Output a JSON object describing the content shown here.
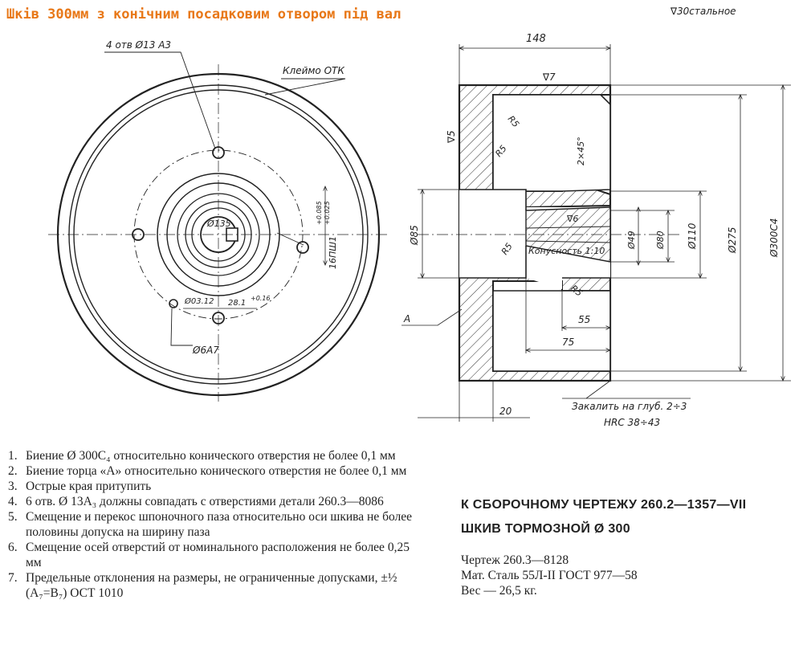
{
  "title": "Шків 300мм з конічним посадковим отвором під вал",
  "drawing": {
    "roughness_general": "∇30стальное",
    "holes_callout": "4 отв Ø13 А3",
    "stamp_label": "Клеймо ОТК",
    "bore_label": "Ø135",
    "keyway_label": "16ПШ1",
    "keyway_tol_upper": "+0.085",
    "keyway_tol_lower": "+0.025",
    "keyway_depth": "28.1",
    "keyway_depth_tol": "+0.16",
    "pcd_label": "Ø03.12",
    "small_hole_label": "Ø6А7",
    "dim_width": "148",
    "roughness_7": "∇7",
    "roughness_5": "∇5",
    "roughness_6": "∇6",
    "radius_label": "R5",
    "chamfer": "2×45°",
    "hub_dia": "Ø85",
    "bore_small": "Ø49",
    "bore_80": "Ø80",
    "dia_110": "Ø110",
    "dia_275": "Ø275",
    "dia_300": "Ø300С4",
    "taper_label": "Конусность 1:10",
    "dim_55": "55",
    "dim_75": "75",
    "dim_20": "20",
    "face_label": "А",
    "hardening_1": "Закалить на глуб. 2÷3",
    "hardening_2": "HRC 38÷43"
  },
  "notes": [
    {
      "n": "1.",
      "text": "Биение Ø 300С₄ относительно конического отверстия не более 0,1 мм"
    },
    {
      "n": "2.",
      "text": "Биение торца «А» относительно конического отверстия не более 0,1 мм"
    },
    {
      "n": "3.",
      "text": "Острые края притупить"
    },
    {
      "n": "4.",
      "text": "6 отв. Ø 13А₃ должны совпадать с отверстиями детали 260.3—8086"
    },
    {
      "n": "5.",
      "text": "Смещение и перекос шпоночного паза относительно оси шкива не более половины допуска на ширину паза"
    },
    {
      "n": "6.",
      "text": "Смещение осей отверстий от номинального расположения не более 0,25 мм"
    },
    {
      "n": "7.",
      "text": "Предельные отклонения на размеры, не ограниченные допусками, ±½ (А₇=В₇) ОСТ 1010"
    }
  ],
  "title_block": {
    "heading1": "К СБОРОЧНОМУ ЧЕРТЕЖУ 260.2—1357—VII",
    "heading2": "ШКИВ ТОРМОЗНОЙ Ø 300",
    "line1": "Чертеж 260.3—8128",
    "line2": "Мат. Сталь 55Л-II ГОСТ 977—58",
    "line3": "Вес — 26,5 кг."
  }
}
